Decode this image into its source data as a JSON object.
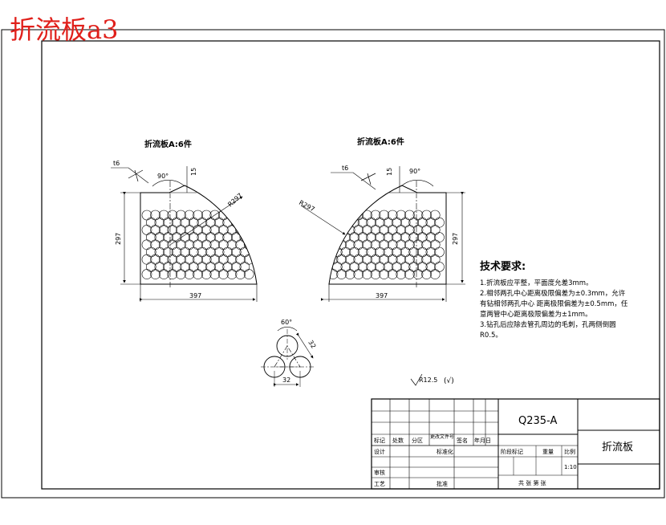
{
  "watermark": "折流板a3",
  "colors": {
    "ink": "#000000",
    "watermark": "#e0201b",
    "paper": "#ffffff"
  },
  "view_left": {
    "caption": "折流板A:6件",
    "thickness": "t6",
    "angle": "90°",
    "offset": "15",
    "radius": "R297",
    "height": "297",
    "width": "397"
  },
  "view_right": {
    "caption": "折流板A:6件",
    "thickness": "t6",
    "angle": "90°",
    "offset": "15",
    "radius": "R297",
    "height": "297",
    "width": "397"
  },
  "hole_pattern": {
    "angle": "60°",
    "pitch_side": "32",
    "pitch_bottom": "32"
  },
  "surface_finish": "R12.5",
  "surface_finish_rest": "(√)",
  "tech_requirements": {
    "title": "技术要求:",
    "lines": [
      "1.折流板应平整，平面度允差3mm。",
      "2.相邻两孔中心距离极限偏差为±0.3mm，允许",
      "有钻相邻两孔中心 距离极限偏差为±0.5mm，任",
      "意两管中心距离极限偏差为±1mm。",
      "3.钻孔后应除去管孔周边的毛刺，孔两侧倒圆",
      "R0.5。"
    ]
  },
  "title_block": {
    "material": "Q235-A",
    "part_name": "折流板",
    "scale": "1:10",
    "labels": {
      "mark": "标记",
      "count": "处数",
      "zone": "分区",
      "change_doc": "更改文件号",
      "signature": "签名",
      "date": "年月日",
      "design": "设计",
      "standardize": "标准化",
      "stage_mark": "阶段标记",
      "weight": "重量",
      "ratio": "比例",
      "review": "审核",
      "process": "工艺",
      "approve": "批准",
      "sheets": "共 张 第 张"
    }
  }
}
